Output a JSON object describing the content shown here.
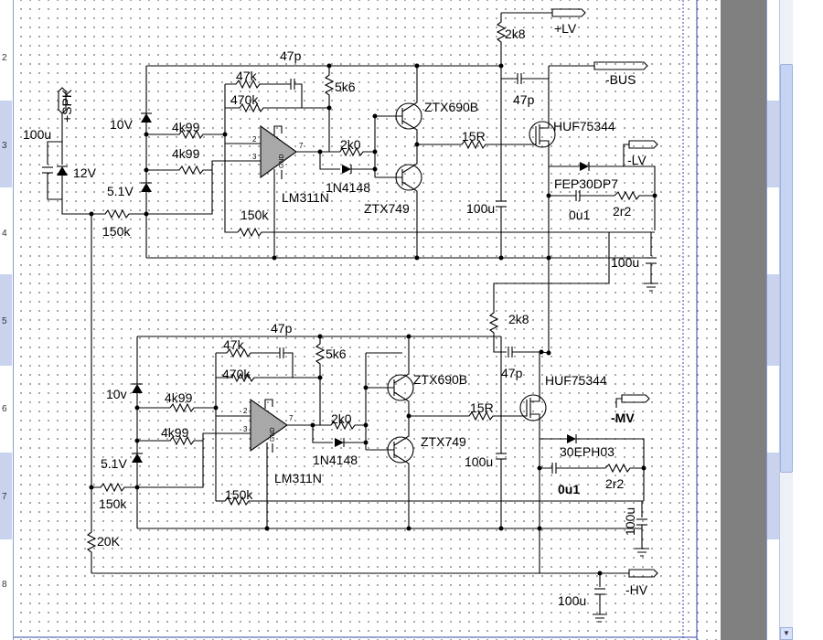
{
  "ruler": [
    "2",
    "3",
    "4",
    "5",
    "6",
    "7",
    "8"
  ],
  "labels": {
    "lv_pos": "+LV",
    "bus": "-BUS",
    "lv_neg": "-LV",
    "mv": "-MV",
    "hv": "-HV",
    "spk": "+SPK",
    "r_2k8_top": "2k8",
    "r_2k8_mid": "2k8",
    "c_47p_top": "47p",
    "c_47p_top2": "47p",
    "c_47p_bot": "47p",
    "c_47p_bot2": "47p",
    "r_47k_top": "47k",
    "r_470k_top": "470k",
    "r_5k6_top": "5k6",
    "r_47k_bot": "47k",
    "r_470k_bot": "470k",
    "r_5k6_bot": "5k6",
    "q_690_top": "ZTX690B",
    "q_749_top": "ZTX749",
    "q_690_bot": "ZTX690B",
    "q_749_bot": "ZTX749",
    "fet_top": "HUF75344",
    "fet_bot": "HUF75344",
    "r_15r_top": "15R",
    "r_15r_bot": "15R",
    "r_2k0_top": "2k0",
    "r_2k0_bot": "2k0",
    "d_1n4148_top": "1N4148",
    "d_1n4148_bot": "1N4148",
    "ic_top": "LM311N",
    "ic_bot": "LM311N",
    "z_10v_top": "10V",
    "z_51v_top": "5.1V",
    "z_12v": "12V",
    "z_10v_bot": "10v",
    "z_51v_bot": "5.1V",
    "r_4k99_a": "4k99",
    "r_4k99_b": "4k99",
    "r_4k99_c": "4k99",
    "r_4k99_d": "4k99",
    "r_150k_a": "150k",
    "r_150k_b": "150k",
    "r_150k_c": "150k",
    "r_150k_d": "150k",
    "c_100u_spk": "100u",
    "c_100u_top": "100u",
    "c_100u_lv": "100u",
    "c_100u_mid": "100u",
    "c_100u_mv": "100u",
    "c_100u_hv": "100u",
    "d_fep": "FEP30DP7",
    "d_30eph": "30EPH03",
    "c_0u1_top": "0u1",
    "c_0u1_bot": "0u1",
    "r_2r2_top": "2r2",
    "r_2r2_bot": "2r2",
    "r_20k": "20K",
    "pin2": "2",
    "pin3": "3",
    "pin7": "7",
    "gnd": "GND",
    "pin2b": "2",
    "pin3b": "3",
    "pin7b": "7",
    "gndb": "GND"
  }
}
